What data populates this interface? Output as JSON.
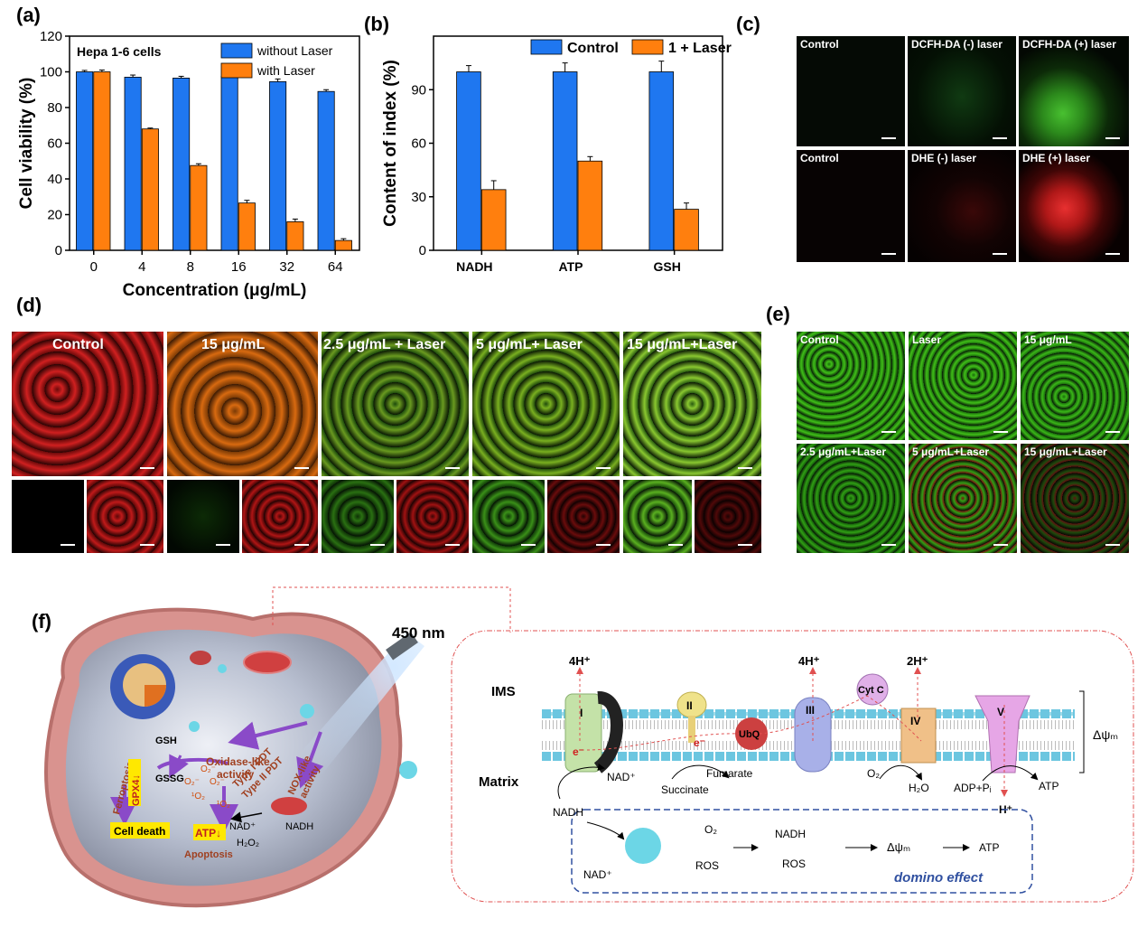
{
  "panels": {
    "a": "(a)",
    "b": "(b)",
    "c": "(c)",
    "d": "(d)",
    "e": "(e)",
    "f": "(f)"
  },
  "chart_data": [
    {
      "type": "bar",
      "panel": "(a)",
      "annotation": "Hepa 1-6 cells",
      "categories": [
        "0",
        "4",
        "8",
        "16",
        "32",
        "64"
      ],
      "series": [
        {
          "name": "without Laser",
          "color": "#1f77f0",
          "values": [
            100,
            97,
            96.5,
            97.5,
            94.5,
            89
          ],
          "errors": [
            0.8,
            1.2,
            1,
            1.2,
            1.5,
            1
          ]
        },
        {
          "name": "with Laser",
          "color": "#ff7f0e",
          "values": [
            100,
            68,
            47.5,
            26.5,
            16,
            5.5
          ],
          "errors": [
            1,
            0.5,
            1,
            1.5,
            1.5,
            1
          ]
        }
      ],
      "xlabel": "Concentration (μg/mL)",
      "ylabel": "Cell viability (%)",
      "ylim": [
        0,
        120
      ],
      "yticks": [
        0,
        20,
        40,
        60,
        80,
        100,
        120
      ],
      "legend": "top-right"
    },
    {
      "type": "bar",
      "panel": "(b)",
      "categories": [
        "NADH",
        "ATP",
        "GSH"
      ],
      "series": [
        {
          "name": "Control",
          "color": "#1f77f0",
          "values": [
            100,
            100,
            100
          ],
          "errors": [
            3.5,
            5,
            6
          ]
        },
        {
          "name": "1 + Laser",
          "color": "#ff7f0e",
          "values": [
            34,
            50,
            23
          ],
          "errors": [
            5,
            2.5,
            3.5
          ]
        }
      ],
      "xlabel": "",
      "ylabel": "Content of index (%)",
      "ylim": [
        0,
        120
      ],
      "yticks": [
        0,
        30,
        60,
        90
      ],
      "legend": "top"
    }
  ],
  "panel_c": {
    "labels": [
      "Control",
      "DCFH-DA (-) laser",
      "DCFH-DA (+) laser",
      "Control",
      "DHE (-) laser",
      "DHE (+) laser"
    ]
  },
  "panel_d": {
    "labels": [
      "Control",
      "15  μg/mL",
      "2.5 μg/mL + Laser",
      "5 μg/mL+ Laser",
      "15 μg/mL+Laser"
    ]
  },
  "panel_e": {
    "labels": [
      "Control",
      "Laser",
      "15 μg/mL",
      "2.5 μg/mL+Laser",
      "5 μg/mL+Laser",
      "15 μg/mL+Laser"
    ]
  },
  "panel_f": {
    "wavelength": "450 nm",
    "cell_labels": {
      "gsh": "GSH",
      "gssg": "GSSG",
      "oxidase1": "Oxidase-like",
      "oxidase2": "activity",
      "pdt1": "Type I PDT",
      "pdt2": "Type II PDT",
      "nox1": "NOX-like",
      "nox2": "activity",
      "ferro": "Ferroptosis",
      "gpx4": "GPX4↓",
      "celldeath": "Cell death",
      "atp": "ATP↓",
      "apoptosis": "Apoptosis",
      "nad": "NAD⁺",
      "nadh": "NADH",
      "h2o2": "H₂O₂",
      "o2a": "O₂⁻",
      "o2b": "O₂⁻",
      "o2c": "O₂⁻",
      "o2d": "¹O₂",
      "o2e": "¹O₂"
    },
    "ims": "IMS",
    "matrix": "Matrix",
    "proton_4h_1": "4H⁺",
    "proton_4h_2": "4H⁺",
    "proton_2h": "2H⁺",
    "complex_I": "I",
    "complex_II": "II",
    "complex_III": "III",
    "complex_IV": "IV",
    "complex_V": "V",
    "ubq": "UbQ",
    "cytc": "Cyt C",
    "electron": "e⁻",
    "nadplus1": "NAD⁺",
    "nadh1": "NADH",
    "succinate": "Succinate",
    "fumarate": "Fumarate",
    "o2": "O₂",
    "h2o": "H₂O",
    "adp": "ADP+Pᵢ",
    "atp_out": "ATP",
    "hplus": "H⁺",
    "delta_psi": "Δψₘ",
    "nadh2": "NADH",
    "nadplus2": "NAD⁺",
    "o2_2": "O₂",
    "ros": "ROS",
    "domino_nadh": "NADH",
    "domino_ros": "ROS",
    "domino_psi": "Δψₘ",
    "domino_atp": "ATP",
    "domino": "domino effect"
  }
}
